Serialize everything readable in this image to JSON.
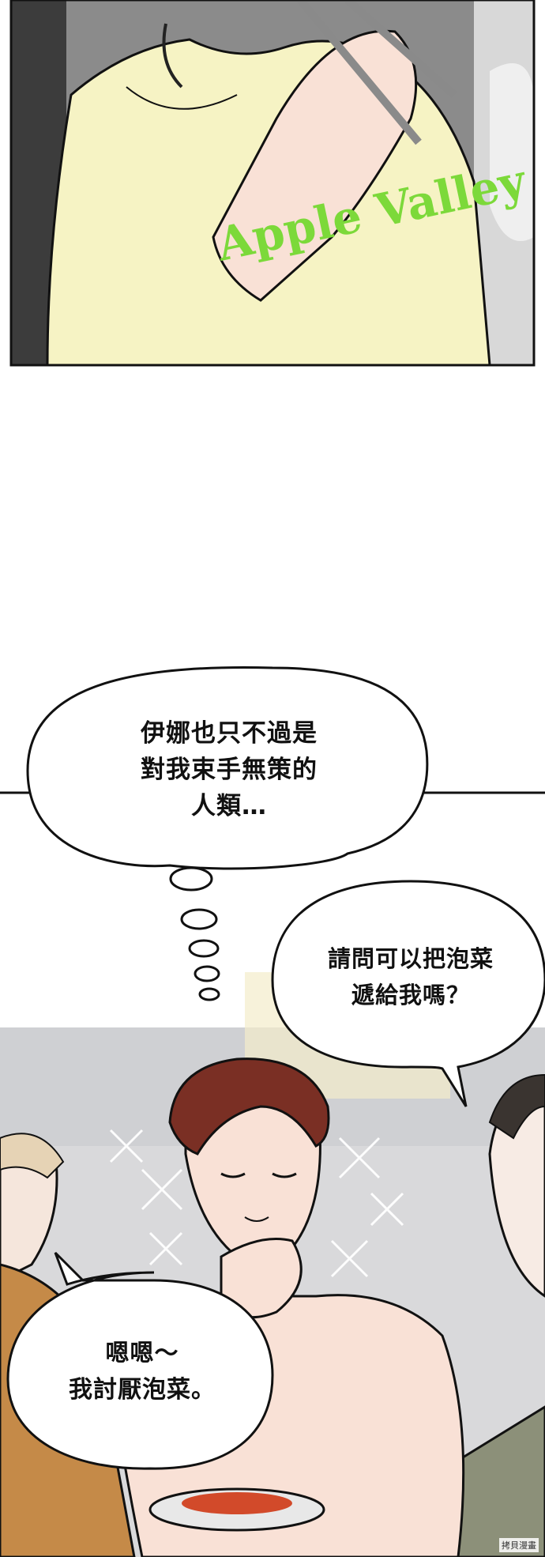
{
  "bubbles": {
    "thought": {
      "lines": [
        "伊娜也只不過是",
        "對我束手無策的",
        "人類…"
      ]
    },
    "request": {
      "lines": [
        "請問可以把泡菜",
        "遞給我嗎？"
      ]
    },
    "reply": {
      "lines": [
        "嗯嗯～",
        "我討厭泡菜。"
      ]
    }
  },
  "shirt_print": "Apple Valley",
  "watermark": "拷貝漫畫",
  "colors": {
    "shirt": "#f6f3c4",
    "shirt_print": "#7cd93a",
    "skin": "#f9e1d6",
    "hair": "#7a2f24",
    "line": "#111111",
    "sparkle": "#f3e9a8"
  }
}
